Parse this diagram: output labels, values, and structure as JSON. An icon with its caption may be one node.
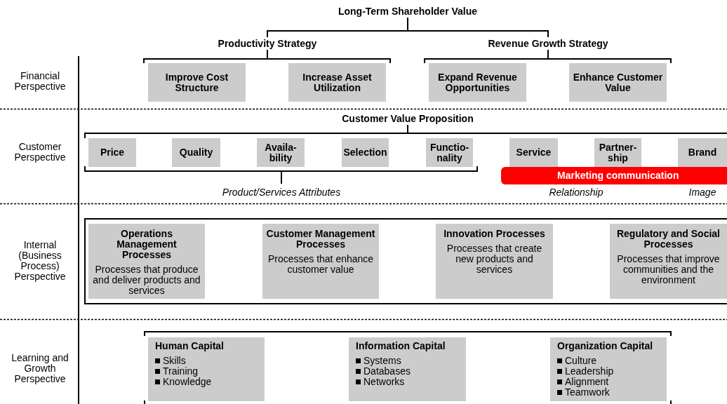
{
  "diagram": {
    "nodes": [
      {
        "text": [
          "Long-Term Shareholder Value"
        ]
      },
      {
        "text": [
          "Productivity Strategy"
        ]
      },
      {
        "text": [
          "Revenue Growth Strategy"
        ]
      },
      {
        "text": [
          "Improve Cost Structure"
        ]
      },
      {
        "text": [
          "Increase Asset Utilization"
        ]
      },
      {
        "text": [
          "Expand Revenue Opportunities"
        ]
      },
      {
        "text": [
          "Enhance Customer Value"
        ]
      },
      {
        "text": [
          "Price"
        ]
      },
      {
        "text": [
          "Quality"
        ]
      },
      {
        "text": [
          "Availa- bility"
        ]
      },
      {
        "text": [
          "Selection"
        ]
      },
      {
        "text": [
          "Functio- nality"
        ]
      },
      {
        "text": [
          "Service"
        ]
      },
      {
        "text": [
          "Partner- ship"
        ]
      },
      {
        "text": [
          "Brand"
        ]
      },
      {
        "text": [
          "Marketing communication"
        ]
      },
      {
        "text": [
          "Operations Management Processes",
          "Processes that produce and deliver products and services"
        ]
      },
      {
        "text": [
          "Customer Management Processes",
          "Processes that enhance customer value"
        ]
      },
      {
        "text": [
          "Innovation Processes",
          "Processes that create new products and services"
        ]
      },
      {
        "text": [
          "Regulatory and Social Processes",
          "Processes that improve communities and the environment"
        ]
      },
      {
        "text": [
          "Human Capital",
          "Skills",
          "Training",
          "Knowledge"
        ]
      },
      {
        "text": [
          "Information Capital",
          "Systems",
          "Databases",
          "Networks"
        ]
      },
      {
        "text": [
          "Organization Capital",
          "Culture",
          "Leadership",
          "Alignment",
          "Teamwork"
        ]
      }
    ],
    "edges": [
      {
        "from": 0,
        "to": 1,
        "arrow": "none"
      },
      {
        "from": 0,
        "to": 2,
        "arrow": "none"
      },
      {
        "from": 1,
        "to": 3,
        "arrow": "none"
      },
      {
        "from": 1,
        "to": 4,
        "arrow": "none"
      },
      {
        "from": 2,
        "to": 5,
        "arrow": "none"
      },
      {
        "from": 2,
        "to": 6,
        "arrow": "none"
      }
    ],
    "labels": [
      "Financial Perspective",
      "Customer Value Proposition",
      "Customer Perspective",
      "Product/Services Attributes",
      "Relationship",
      "Image",
      "Internal (Business Process) Perspective",
      "Learning and Growth Perspective"
    ]
  }
}
